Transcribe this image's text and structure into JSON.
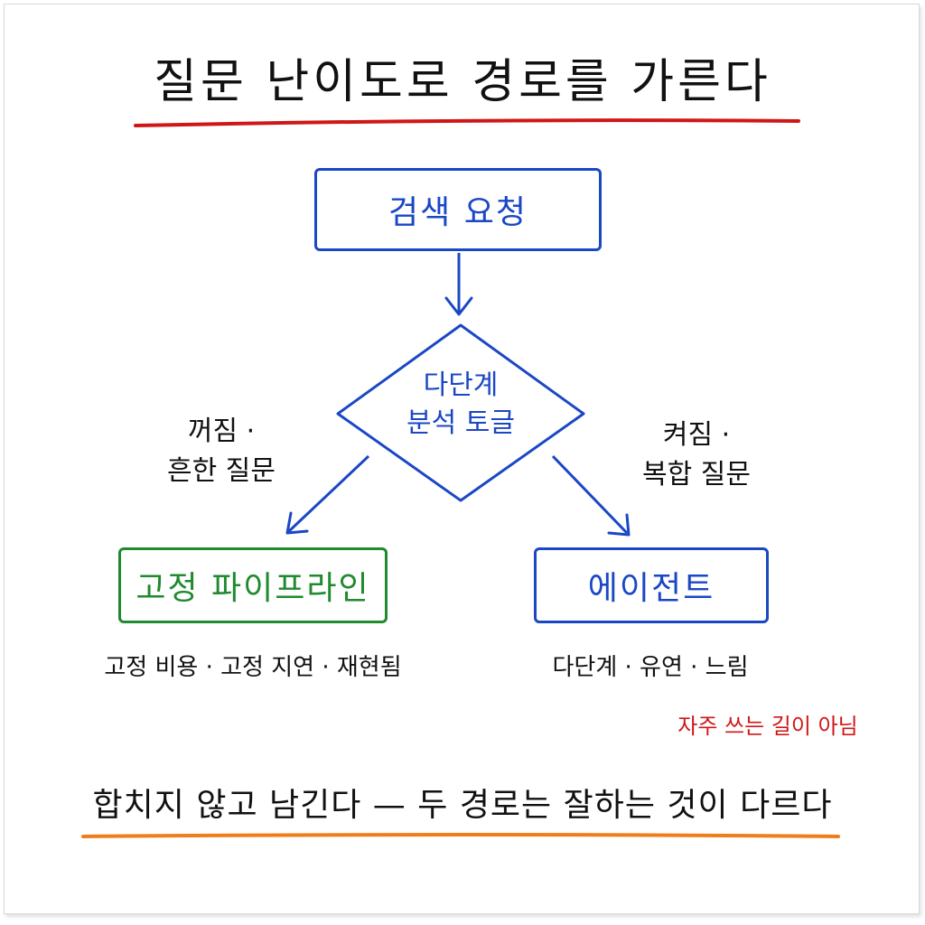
{
  "title": "질문 난이도로 경로를 가른다",
  "nodes": {
    "search_request": "검색 요청",
    "toggle_line1": "다단계",
    "toggle_line2": "분석 토글",
    "pipeline": "고정 파이프라인",
    "agent": "에이전트"
  },
  "branches": {
    "off_line1": "꺼짐 ·",
    "off_line2": "흔한 질문",
    "on_line1": "켜짐 ·",
    "on_line2": "복합 질문"
  },
  "captions": {
    "pipeline": "고정 비용 · 고정 지연 · 재현됨",
    "agent": "다단계 · 유연 · 느림",
    "agent_note": "자주 쓰는 길이 아님"
  },
  "footer": "합치지 않고 남긴다 — 두 경로는 잘하는 것이 다르다",
  "colors": {
    "title_underline": "#d01717",
    "footer_underline": "#f07d1a",
    "flow_blue": "#1a47c4",
    "pipeline_green": "#1f8a2e",
    "note_red": "#d01717"
  }
}
